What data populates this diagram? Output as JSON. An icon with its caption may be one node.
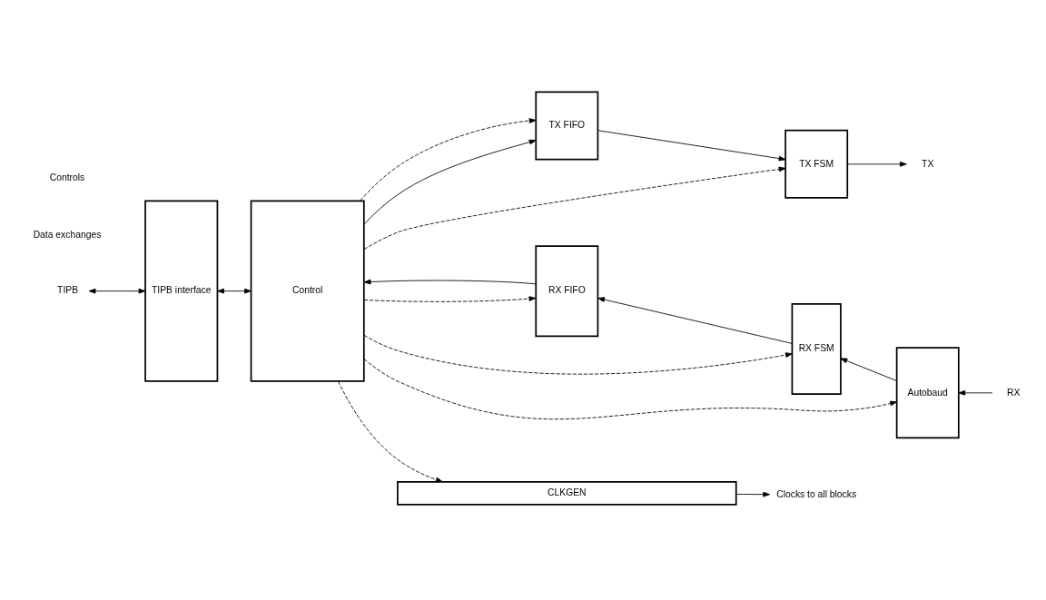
{
  "diagram": {
    "nodes": [
      {
        "text": [
          "TIPB"
        ]
      },
      {
        "text": [
          "TIPB interface"
        ]
      },
      {
        "text": [
          "Control"
        ]
      },
      {
        "text": [
          "TX FIFO"
        ]
      },
      {
        "text": [
          "TX FSM"
        ]
      },
      {
        "text": [
          "TX"
        ]
      },
      {
        "text": [
          "RX FIFO"
        ]
      },
      {
        "text": [
          "RX FSM"
        ]
      },
      {
        "text": [
          "Autobaud"
        ]
      },
      {
        "text": [
          "RX"
        ]
      },
      {
        "text": [
          "CLKGEN"
        ]
      },
      {
        "text": [
          "Clocks to all blocks"
        ]
      }
    ],
    "edges": [
      {
        "from": 0,
        "to": 1,
        "arrow": "both"
      },
      {
        "from": 1,
        "to": 2,
        "arrow": "both"
      },
      {
        "from": 2,
        "to": 3,
        "arrow": "to"
      },
      {
        "from": 3,
        "to": 4,
        "arrow": "to"
      },
      {
        "from": 4,
        "to": 5,
        "arrow": "to"
      },
      {
        "from": 2,
        "to": 3,
        "arrow": "to",
        "style": "dashed"
      },
      {
        "from": 2,
        "to": 4,
        "arrow": "to",
        "style": "dashed"
      },
      {
        "from": 2,
        "to": 6,
        "arrow": "to",
        "style": "dashed"
      },
      {
        "from": 2,
        "to": 7,
        "arrow": "to",
        "style": "dashed"
      },
      {
        "from": 2,
        "to": 8,
        "arrow": "to",
        "style": "dashed"
      },
      {
        "from": 9,
        "to": 8,
        "arrow": "to"
      },
      {
        "from": 8,
        "to": 7,
        "arrow": "to"
      },
      {
        "from": 7,
        "to": 6,
        "arrow": "to"
      },
      {
        "from": 6,
        "to": 2,
        "arrow": "to"
      },
      {
        "from": 2,
        "to": 10,
        "arrow": "to",
        "style": "dashed"
      },
      {
        "from": 10,
        "to": 11,
        "arrow": "to"
      }
    ],
    "legend": [
      {
        "text": "Controls"
      },
      {
        "text": "Data exchanges"
      }
    ]
  }
}
